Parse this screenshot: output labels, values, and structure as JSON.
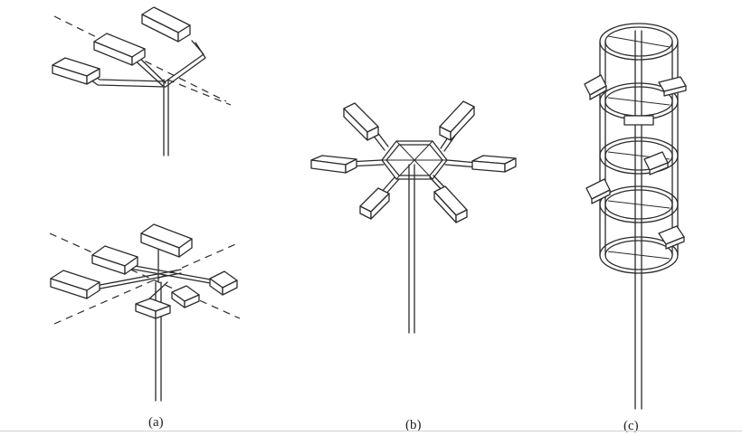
{
  "figure": {
    "labels": [
      {
        "id": "a",
        "text": "(a)"
      },
      {
        "id": "b",
        "text": "(b)"
      },
      {
        "id": "c",
        "text": "(c)"
      }
    ]
  }
}
